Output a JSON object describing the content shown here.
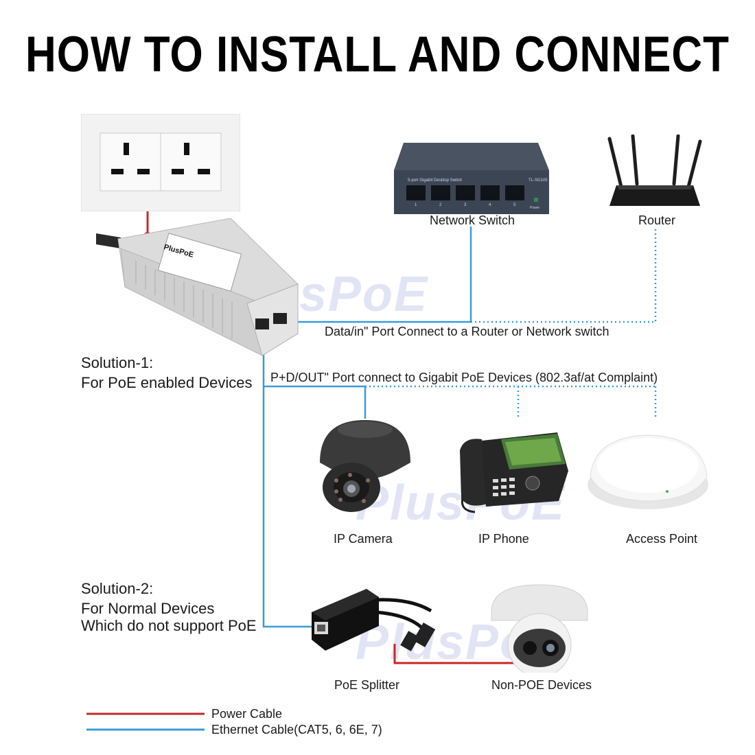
{
  "title": "HOW TO INSTALL AND CONNECT",
  "watermark": "PlusPoE",
  "devices": {
    "injector_brand": "PlusPoE",
    "switch": {
      "label": "Network Switch",
      "model": "TL-SG105",
      "model_text": "5-port Gigabit Desktop Switch",
      "power_text": "Power",
      "ports": [
        "1",
        "2",
        "3",
        "4",
        "5"
      ]
    },
    "router": {
      "label": "Router"
    },
    "camera": {
      "label": "IP Camera"
    },
    "phone": {
      "label": "IP Phone"
    },
    "access_point": {
      "label": "Access Point"
    },
    "splitter": {
      "label": "PoE Splitter"
    },
    "non_poe": {
      "label": "Non-POE Devices"
    }
  },
  "connections": {
    "data_in": "Data/in\" Port Connect to a Router or Network switch",
    "pd_out": "P+D/OUT\" Port connect to Gigabit PoE Devices (802.3af/at Complaint)"
  },
  "solutions": {
    "one": {
      "line1": "Solution-1:",
      "line2": "For PoE enabled Devices"
    },
    "two": {
      "line1": "Solution-2:",
      "line2": "For Normal Devices",
      "line3": "Which do not support PoE"
    }
  },
  "legend": [
    {
      "label": "Power Cable",
      "color": "#c62828"
    },
    {
      "label": "Ethernet Cable(CAT5, 6, 6E, 7)",
      "color": "#3a9ad9"
    }
  ],
  "colors": {
    "power": "#c62828",
    "ethernet": "#3a9ad9"
  }
}
